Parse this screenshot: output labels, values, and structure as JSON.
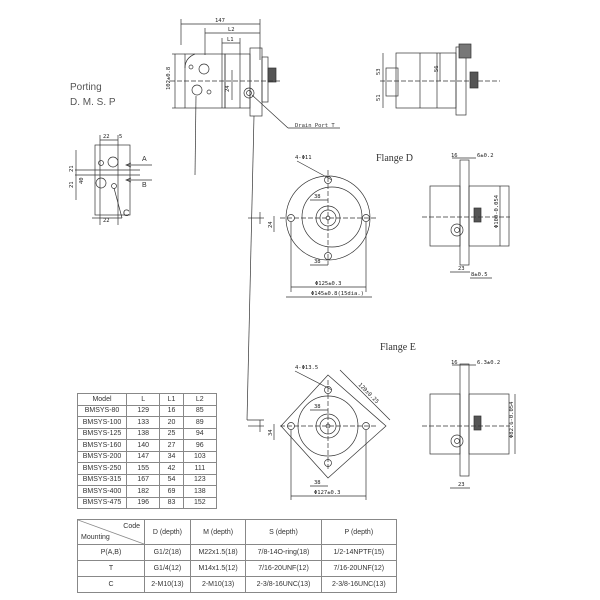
{
  "labels": {
    "porting_title": "Porting",
    "porting_codes": "D. M. S. P",
    "drain_port": "Drain Port T",
    "flange_d": "Flange D",
    "flange_e": "Flange E",
    "port_a": "A",
    "port_b": "B",
    "port_c": "C"
  },
  "dimensions": {
    "overall_length": "147",
    "l2": "L2",
    "l1": "L1",
    "height": "102±0.8",
    "drain_offset": "24",
    "side_top": "53",
    "side_bottom": "51",
    "side_inner": "56",
    "port_top_22": "22",
    "port_top_5": "5",
    "port_bottom_22": "22",
    "port_left_a": "21",
    "port_left_b": "21",
    "port_left_c": "40",
    "flange_d": {
      "holes": "4-Φ11",
      "offset_top": "38",
      "offset_bottom": "38",
      "dim_24": "24",
      "bolt_circle": "Φ125±0.3",
      "outer": "Φ145±0.8(15dia.)",
      "side_16": "16",
      "side_6": "6±0.2",
      "pilot": "Φ100-0.054",
      "side_23": "23",
      "side_8": "8±0.5"
    },
    "flange_e": {
      "holes": "4-Φ13.5",
      "offset_top": "38",
      "offset_bottom": "38",
      "dim_34": "34",
      "square": "120±0.25",
      "bolt_circle": "Φ127±0.3",
      "side_16": "16",
      "side_63": "6.3±0.2",
      "pilot": "Φ82.6-0.054",
      "side_23": "23"
    }
  },
  "model_table": {
    "headers": [
      "Model",
      "L",
      "L1",
      "L2"
    ],
    "rows": [
      [
        "BMSYS-80",
        "129",
        "16",
        "85"
      ],
      [
        "BMSYS-100",
        "133",
        "20",
        "89"
      ],
      [
        "BMSYS-125",
        "138",
        "25",
        "94"
      ],
      [
        "BMSYS-160",
        "140",
        "27",
        "96"
      ],
      [
        "BMSYS-200",
        "147",
        "34",
        "103"
      ],
      [
        "BMSYS-250",
        "155",
        "42",
        "111"
      ],
      [
        "BMSYS-315",
        "167",
        "54",
        "123"
      ],
      [
        "BMSYS-400",
        "182",
        "69",
        "138"
      ],
      [
        "BMSYS-475",
        "196",
        "83",
        "152"
      ]
    ]
  },
  "code_table": {
    "corner_code": "Code",
    "corner_mounting": "Mounting",
    "headers": [
      "D (depth)",
      "M (depth)",
      "S (depth)",
      "P (depth)"
    ],
    "rows": [
      [
        "P(A,B)",
        "G1/2(18)",
        "M22x1.5(18)",
        "7/8-14O-ring(18)",
        "1/2-14NPTF(15)"
      ],
      [
        "T",
        "G1/4(12)",
        "M14x1.5(12)",
        "7/16-20UNF(12)",
        "7/16-20UNF(12)"
      ],
      [
        "C",
        "2-M10(13)",
        "2-M10(13)",
        "2-3/8-16UNC(13)",
        "2-3/8-16UNC(13)"
      ]
    ]
  }
}
